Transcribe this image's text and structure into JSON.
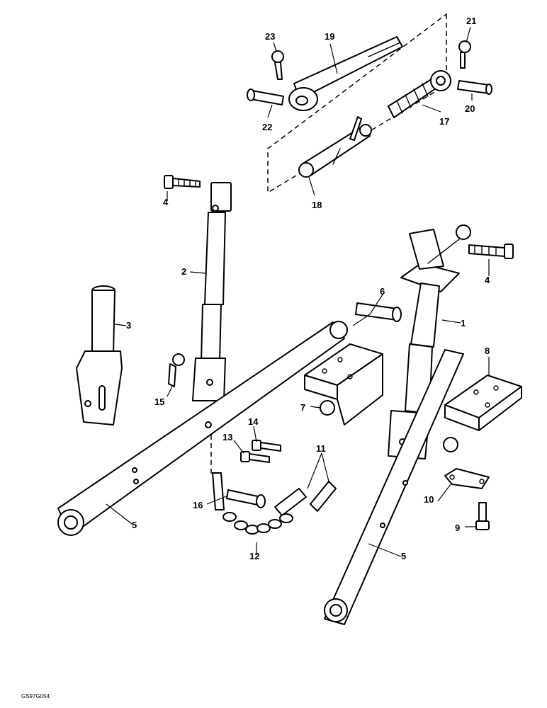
{
  "labels": {
    "l1": "1",
    "l2": "2",
    "l3": "3",
    "l4a": "4",
    "l4b": "4",
    "l5a": "5",
    "l5b": "5",
    "l6": "6",
    "l7": "7",
    "l8": "8",
    "l9": "9",
    "l10": "10",
    "l11": "11",
    "l12": "12",
    "l13": "13",
    "l14": "14",
    "l15": "15",
    "l16": "16",
    "l17": "17",
    "l18": "18",
    "l19": "19",
    "l20": "20",
    "l21": "21",
    "l22": "22",
    "l23": "23"
  },
  "figure_code": "GS97G054"
}
